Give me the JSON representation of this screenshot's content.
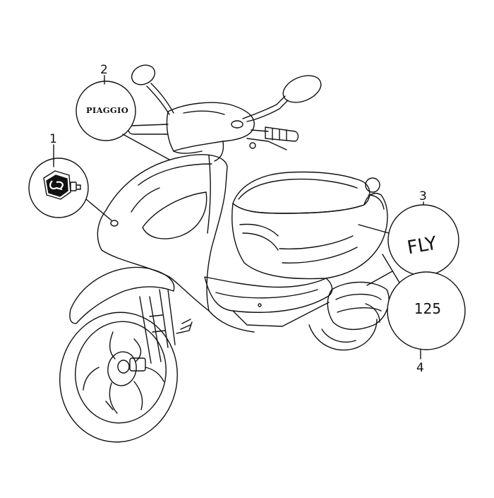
{
  "callouts": [
    {
      "number": "1",
      "item": "logo badge",
      "icon": "piaggio-emblem-icon"
    },
    {
      "number": "2",
      "item": "brand decal",
      "text": "PIAGGIO"
    },
    {
      "number": "3",
      "item": "model decal",
      "text": "FLY"
    },
    {
      "number": "4",
      "item": "displacement decal",
      "text": "125"
    }
  ],
  "colors": {
    "line": "#111111",
    "fill": "#ffffff"
  }
}
